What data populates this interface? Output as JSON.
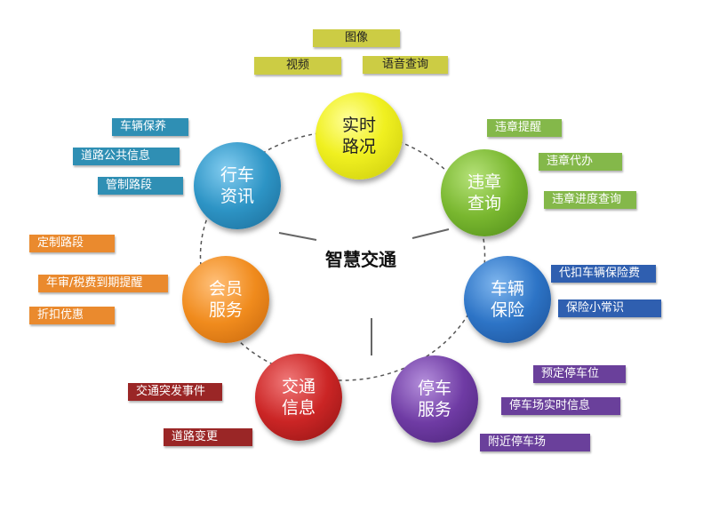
{
  "center": {
    "title": "智慧交通"
  },
  "nodes": [
    {
      "id": "realtime",
      "label": "实时\n路况",
      "color": "#e9e91c",
      "dark": true
    },
    {
      "id": "violation",
      "label": "违章\n查询",
      "color": "#78b52e"
    },
    {
      "id": "insurance",
      "label": "车辆\n保险",
      "color": "#2b73c4"
    },
    {
      "id": "parking",
      "label": "停车\n服务",
      "color": "#6e3aa3"
    },
    {
      "id": "traffic",
      "label": "交通\n信息",
      "color": "#c92424"
    },
    {
      "id": "member",
      "label": "会员\n服务",
      "color": "#f08a1c"
    },
    {
      "id": "news",
      "label": "行车\n资讯",
      "color": "#2c93c4"
    }
  ],
  "tags": [
    {
      "node": "realtime",
      "text": "图像",
      "bg": "#cccc44",
      "fg": "#222222"
    },
    {
      "node": "realtime",
      "text": "视频",
      "bg": "#cccc44",
      "fg": "#222222"
    },
    {
      "node": "realtime",
      "text": "语音查询",
      "bg": "#cccc44",
      "fg": "#222222"
    },
    {
      "node": "violation",
      "text": "违章提醒",
      "bg": "#84b84a",
      "fg": "#ffffff"
    },
    {
      "node": "violation",
      "text": "违章代办",
      "bg": "#84b84a",
      "fg": "#ffffff"
    },
    {
      "node": "violation",
      "text": "违章进度查询",
      "bg": "#84b84a",
      "fg": "#ffffff"
    },
    {
      "node": "insurance",
      "text": "代扣车辆保险费",
      "bg": "#2f5fb0",
      "fg": "#ffffff"
    },
    {
      "node": "insurance",
      "text": "保险小常识",
      "bg": "#2f5fb0",
      "fg": "#ffffff"
    },
    {
      "node": "parking",
      "text": "预定停车位",
      "bg": "#6a409b",
      "fg": "#ffffff"
    },
    {
      "node": "parking",
      "text": "停车场实时信息",
      "bg": "#6a409b",
      "fg": "#ffffff"
    },
    {
      "node": "parking",
      "text": "附近停车场",
      "bg": "#6a409b",
      "fg": "#ffffff"
    },
    {
      "node": "traffic",
      "text": "交通突发事件",
      "bg": "#9a2626",
      "fg": "#ffffff"
    },
    {
      "node": "traffic",
      "text": "道路变更",
      "bg": "#9a2626",
      "fg": "#ffffff"
    },
    {
      "node": "member",
      "text": "定制路段",
      "bg": "#ea8a2e",
      "fg": "#ffffff"
    },
    {
      "node": "member",
      "text": "年审/税费到期提醒",
      "bg": "#ea8a2e",
      "fg": "#ffffff"
    },
    {
      "node": "member",
      "text": "折扣优惠",
      "bg": "#ea8a2e",
      "fg": "#ffffff"
    },
    {
      "node": "news",
      "text": "车辆保养",
      "bg": "#2f8fb4",
      "fg": "#ffffff"
    },
    {
      "node": "news",
      "text": "道路公共信息",
      "bg": "#2f8fb4",
      "fg": "#ffffff"
    },
    {
      "node": "news",
      "text": "管制路段",
      "bg": "#2f8fb4",
      "fg": "#ffffff"
    }
  ]
}
